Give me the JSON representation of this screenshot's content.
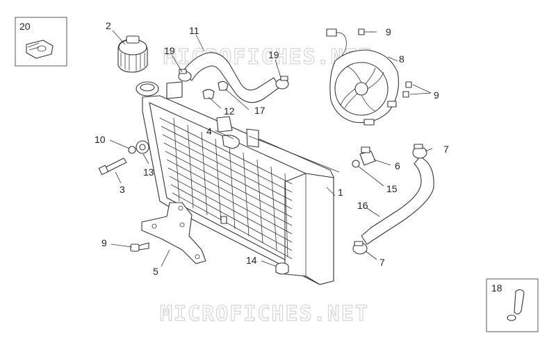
{
  "watermark": "MICROFICHES.NET",
  "callouts": {
    "c1": "1",
    "c2": "2",
    "c3": "3",
    "c4": "4",
    "c5": "5",
    "c6": "6",
    "c7a": "7",
    "c7b": "7",
    "c8": "8",
    "c9a": "9",
    "c9b": "9",
    "c9c": "9",
    "c10": "10",
    "c11": "11",
    "c12": "12",
    "c13": "13",
    "c14": "14",
    "c15": "15",
    "c16": "16",
    "c17": "17",
    "c18": "18",
    "c19a": "19",
    "c19b": "19",
    "c20": "20"
  }
}
